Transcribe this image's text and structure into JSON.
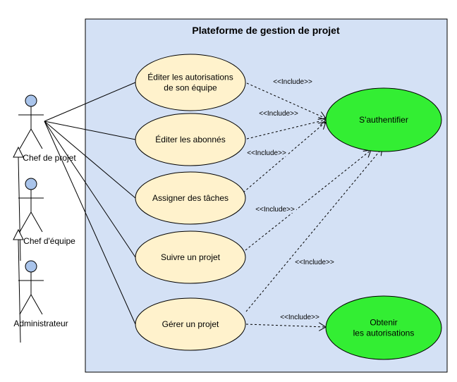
{
  "system": {
    "title": "Plateforme de gestion de projet",
    "fill": "#d4e1f5",
    "stroke": "#000000"
  },
  "actors": [
    {
      "id": "chef_projet",
      "name": "Chef de projet"
    },
    {
      "id": "chef_equipe",
      "name": "Chef d'équipe"
    },
    {
      "id": "admin",
      "name": "Administrateur"
    }
  ],
  "actor_head_color": "#a9c4eb",
  "use_cases": [
    {
      "id": "uc1",
      "lines": [
        "Éditer les autorisations",
        "de son équipe"
      ],
      "fill": "#fff2cc"
    },
    {
      "id": "uc2",
      "lines": [
        "Éditer les abonnés"
      ],
      "fill": "#fff2cc"
    },
    {
      "id": "uc3",
      "lines": [
        "Assigner des tâches"
      ],
      "fill": "#fff2cc"
    },
    {
      "id": "uc4",
      "lines": [
        "Suivre un projet"
      ],
      "fill": "#fff2cc"
    },
    {
      "id": "uc5",
      "lines": [
        "Gérer un projet"
      ],
      "fill": "#fff2cc"
    },
    {
      "id": "auth",
      "lines": [
        "S'authentifier"
      ],
      "fill": "#33ee33"
    },
    {
      "id": "obtenir",
      "lines": [
        "Obtenir",
        "les autorisations"
      ],
      "fill": "#33ee33"
    }
  ],
  "associations": [
    {
      "actor": "chef_projet",
      "use_case": "uc1"
    },
    {
      "actor": "chef_projet",
      "use_case": "uc2"
    },
    {
      "actor": "chef_projet",
      "use_case": "uc3"
    },
    {
      "actor": "chef_projet",
      "use_case": "uc4"
    },
    {
      "actor": "chef_projet",
      "use_case": "uc5"
    }
  ],
  "generalizations": [
    {
      "child": "chef_equipe",
      "parent": "chef_projet"
    },
    {
      "child": "admin",
      "parent": "chef_equipe"
    }
  ],
  "includes": [
    {
      "from": "uc1",
      "to": "auth",
      "label": "<<Include>>"
    },
    {
      "from": "uc2",
      "to": "auth",
      "label": "<<Include>>"
    },
    {
      "from": "uc3",
      "to": "auth",
      "label": "<<Include>>"
    },
    {
      "from": "uc4",
      "to": "auth",
      "label": "<<Include>>"
    },
    {
      "from": "uc5",
      "to": "auth",
      "label": "<<Include>>"
    },
    {
      "from": "uc5",
      "to": "obtenir",
      "label": "<<Include>>"
    }
  ]
}
